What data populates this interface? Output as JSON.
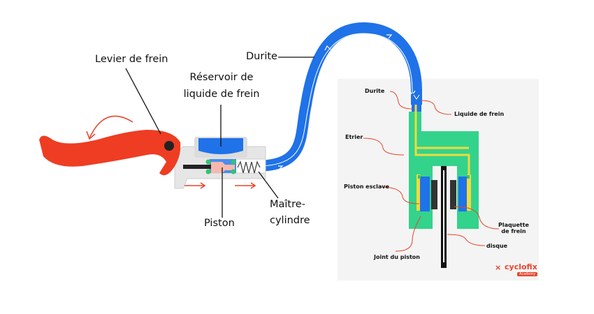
{
  "labels": {
    "lever": "Levier de frein",
    "reservoir_line1": "Réservoir de",
    "reservoir_line2": "liquide de frein",
    "piston": "Piston",
    "master_line1": "Maître-",
    "master_line2": "cylindre",
    "hose_main": "Durite"
  },
  "inset": {
    "hose": "Durite",
    "fluid": "Liquide de frein",
    "caliper": "Etrier",
    "slave_piston": "Piston esclave",
    "pad_line1": "Plaquette",
    "pad_line2": "de frein",
    "disc": "disque",
    "seal": "Joint du piston",
    "logo": "cyclofix",
    "logo_badge": "Academy"
  },
  "colors": {
    "hose_blue": "#1f72e8",
    "lever_red": "#ee3d22",
    "caliper_green": "#33d38c",
    "fluid_yellow": "#f2da3a",
    "body_gray": "#e6e6e6",
    "piston_pink": "#f7b9ad",
    "arrow_red": "#e8452c",
    "inset_bg": "#f4f4f4"
  }
}
